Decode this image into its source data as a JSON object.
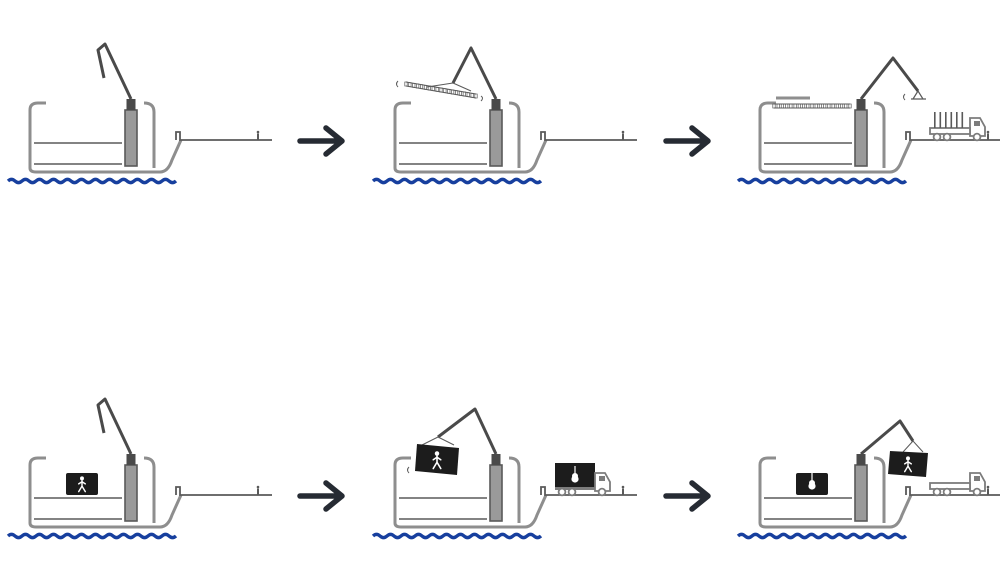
{
  "colors": {
    "background": "#ffffff",
    "structure": "#8e8e8e",
    "structure_dark": "#5a5a5a",
    "tower_fill": "#9a9a9a",
    "crane": "#4a4a4a",
    "arrow": "#262b33",
    "water": "#173f9e",
    "box": "#1c1c1c",
    "truck": "#7c7c7c"
  },
  "rows": [
    {
      "panels": [
        {
          "name": "panel-1",
          "crane": "rest",
          "hold": null,
          "deck_load": false,
          "truck": null
        },
        {
          "name": "panel-2",
          "crane": "lift-beam",
          "hold": null,
          "deck_load": false,
          "truck": null
        },
        {
          "name": "panel-3",
          "crane": "swing-out",
          "hold": null,
          "deck_load": true,
          "truck": "flatbed"
        }
      ]
    },
    {
      "panels": [
        {
          "name": "panel-4",
          "crane": "rest",
          "hold": "person",
          "deck_load": false,
          "truck": null
        },
        {
          "name": "panel-5",
          "crane": "lift-box-person",
          "hold": null,
          "deck_load": false,
          "truck": "box-guitar"
        },
        {
          "name": "panel-6",
          "crane": "swing-out-box-person",
          "hold": "guitar",
          "deck_load": false,
          "truck": "flatbed"
        }
      ]
    }
  ],
  "arrows": [
    "right-arrow",
    "right-arrow",
    "right-arrow",
    "right-arrow"
  ],
  "icons": [
    "person-icon",
    "guitar-icon",
    "crane-icon",
    "truck-icon",
    "wave-icon"
  ]
}
